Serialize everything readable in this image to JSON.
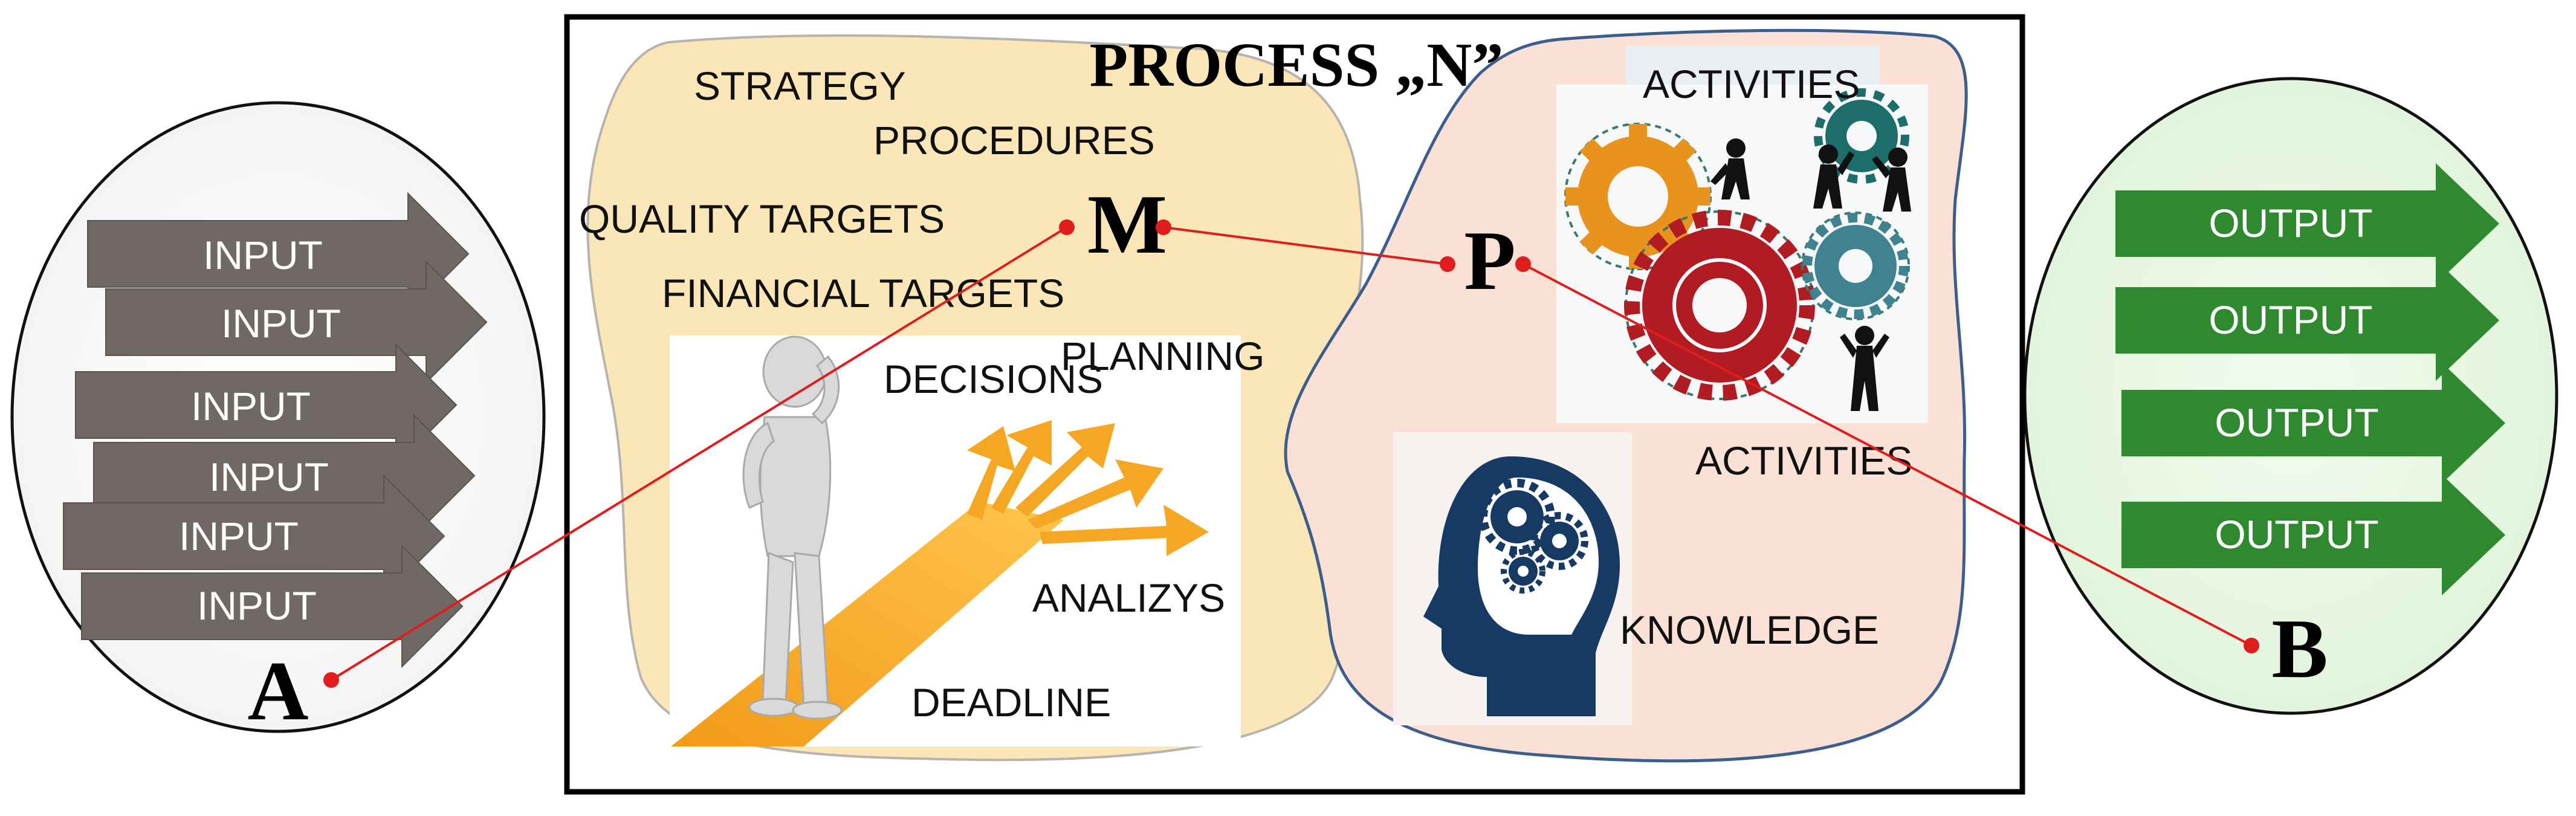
{
  "title": "PROCESS „N”",
  "inputs": [
    "INPUT",
    "INPUT",
    "INPUT",
    "INPUT",
    "INPUT",
    "INPUT"
  ],
  "outputs": [
    "OUTPUT",
    "OUTPUT",
    "OUTPUT",
    "OUTPUT"
  ],
  "points": {
    "a": "A",
    "m": "M",
    "p": "P",
    "b": "B"
  },
  "management_terms": {
    "strategy": "STRATEGY",
    "procedures": "PROCEDURES",
    "quality_targets": "QUALITY TARGETS",
    "financial_targets": "FINANCIAL TARGETS",
    "decisions": "DECISIONS",
    "planning": "PLANNING",
    "analysis": "ANALIZYS",
    "deadline": "DEADLINE"
  },
  "process_terms": {
    "activities_top": "ACTIVITIES",
    "activities_bottom": "ACTIVITIES",
    "knowledge": "KNOWLEDGE"
  },
  "colors": {
    "input_arrow": "#6f6865",
    "output_arrow": "#2f8a2f",
    "management_area": "#fbe6b8",
    "process_area": "#fbe0d6",
    "connector": "#e11c1c",
    "gear_orange": "#e8931e",
    "gear_red": "#b01c22",
    "gear_teal": "#3f8391",
    "head_navy": "#163a63"
  }
}
